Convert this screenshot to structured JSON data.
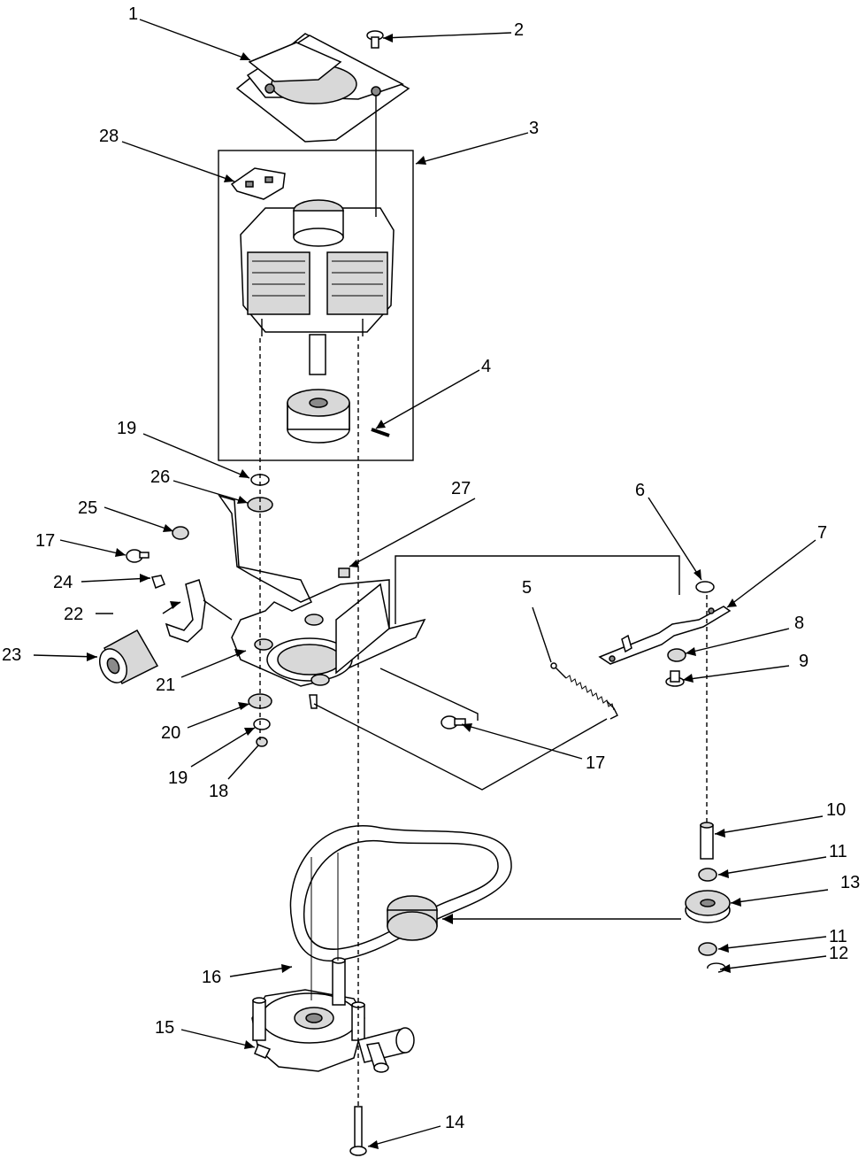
{
  "callouts": [
    {
      "id": "c1",
      "text": "1"
    },
    {
      "id": "c2",
      "text": "2"
    },
    {
      "id": "c3",
      "text": "3"
    },
    {
      "id": "c28",
      "text": "28"
    },
    {
      "id": "c4",
      "text": "4"
    },
    {
      "id": "c19a",
      "text": "19"
    },
    {
      "id": "c26",
      "text": "26"
    },
    {
      "id": "c27",
      "text": "27"
    },
    {
      "id": "c6",
      "text": "6"
    },
    {
      "id": "c7",
      "text": "7"
    },
    {
      "id": "c25",
      "text": "25"
    },
    {
      "id": "c17a",
      "text": "17"
    },
    {
      "id": "c24",
      "text": "24"
    },
    {
      "id": "c22",
      "text": "22"
    },
    {
      "id": "c5",
      "text": "5"
    },
    {
      "id": "c8",
      "text": "8"
    },
    {
      "id": "c9",
      "text": "9"
    },
    {
      "id": "c23",
      "text": "23"
    },
    {
      "id": "c21",
      "text": "21"
    },
    {
      "id": "c20",
      "text": "20"
    },
    {
      "id": "c17b",
      "text": "17"
    },
    {
      "id": "c19b",
      "text": "19"
    },
    {
      "id": "c18",
      "text": "18"
    },
    {
      "id": "c10",
      "text": "10"
    },
    {
      "id": "c11a",
      "text": "11"
    },
    {
      "id": "c13",
      "text": "13"
    },
    {
      "id": "c11b",
      "text": "11"
    },
    {
      "id": "c12",
      "text": "12"
    },
    {
      "id": "c16",
      "text": "16"
    },
    {
      "id": "c15",
      "text": "15"
    },
    {
      "id": "c14",
      "text": "14"
    }
  ]
}
